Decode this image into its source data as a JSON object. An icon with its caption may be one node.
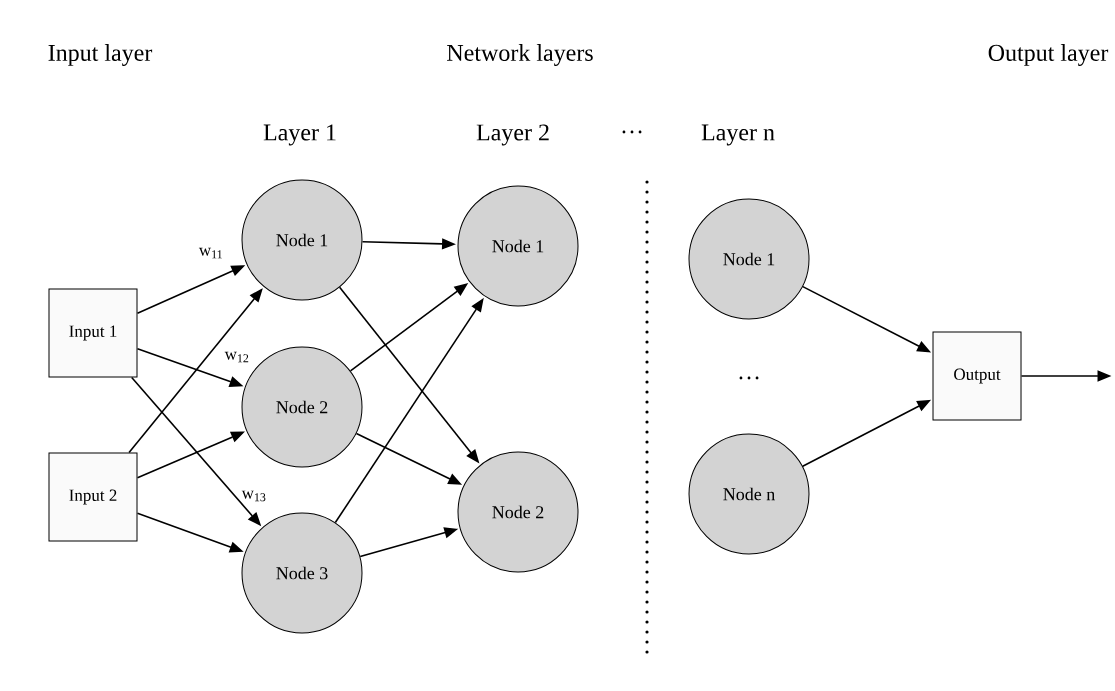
{
  "diagram": {
    "nodes": [
      {
        "text": [
          "Input 1"
        ]
      },
      {
        "text": [
          "Input 2"
        ]
      },
      {
        "text": [
          "Node 1"
        ]
      },
      {
        "text": [
          "Node 2"
        ]
      },
      {
        "text": [
          "Node 3"
        ]
      },
      {
        "text": [
          "Node 1"
        ]
      },
      {
        "text": [
          "Node 2"
        ]
      },
      {
        "text": [
          "Node 1"
        ]
      },
      {
        "text": [
          "Node n"
        ]
      },
      {
        "text": [
          "Output"
        ]
      }
    ],
    "edges": [
      {
        "from": 0,
        "to": 2,
        "arrow": "to",
        "label": "w$_{11}$"
      },
      {
        "from": 0,
        "to": 3,
        "arrow": "to",
        "label": "w$_{12}$"
      },
      {
        "from": 0,
        "to": 4,
        "arrow": "to",
        "label": "w$_{13}$"
      },
      {
        "from": 1,
        "to": 2,
        "arrow": "to"
      },
      {
        "from": 1,
        "to": 3,
        "arrow": "to"
      },
      {
        "from": 1,
        "to": 4,
        "arrow": "to"
      },
      {
        "from": 2,
        "to": 5,
        "arrow": "to"
      },
      {
        "from": 2,
        "to": 6,
        "arrow": "to"
      },
      {
        "from": 3,
        "to": 5,
        "arrow": "to"
      },
      {
        "from": 3,
        "to": 6,
        "arrow": "to"
      },
      {
        "from": 4,
        "to": 5,
        "arrow": "to"
      },
      {
        "from": 4,
        "to": 6,
        "arrow": "to"
      },
      {
        "from": 7,
        "to": 9,
        "arrow": "to"
      },
      {
        "from": 8,
        "to": 9,
        "arrow": "to"
      },
      {
        "from": 9,
        "to": null,
        "arrow": "to"
      }
    ],
    "labels": [
      "Input layer",
      "Network layers",
      "Output layer",
      "Layer 1",
      "Layer 2",
      "…",
      "Layer n",
      "…"
    ]
  }
}
